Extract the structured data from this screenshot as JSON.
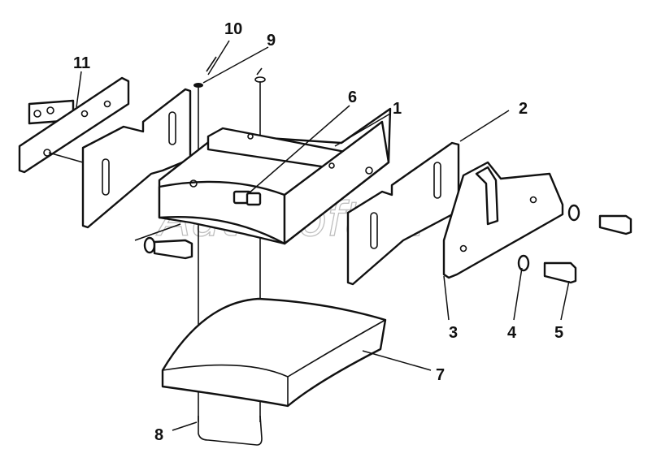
{
  "watermark": "AutoSoft.ru",
  "callouts": {
    "c1": "1",
    "c2": "2",
    "c3": "3",
    "c4": "4",
    "c5": "5",
    "c6": "6",
    "c7": "7",
    "c8": "8",
    "c9": "9",
    "c10": "10",
    "c11": "11"
  },
  "colors": {
    "line": "#111111",
    "background": "#ffffff",
    "watermark": "#bfbfbf"
  }
}
